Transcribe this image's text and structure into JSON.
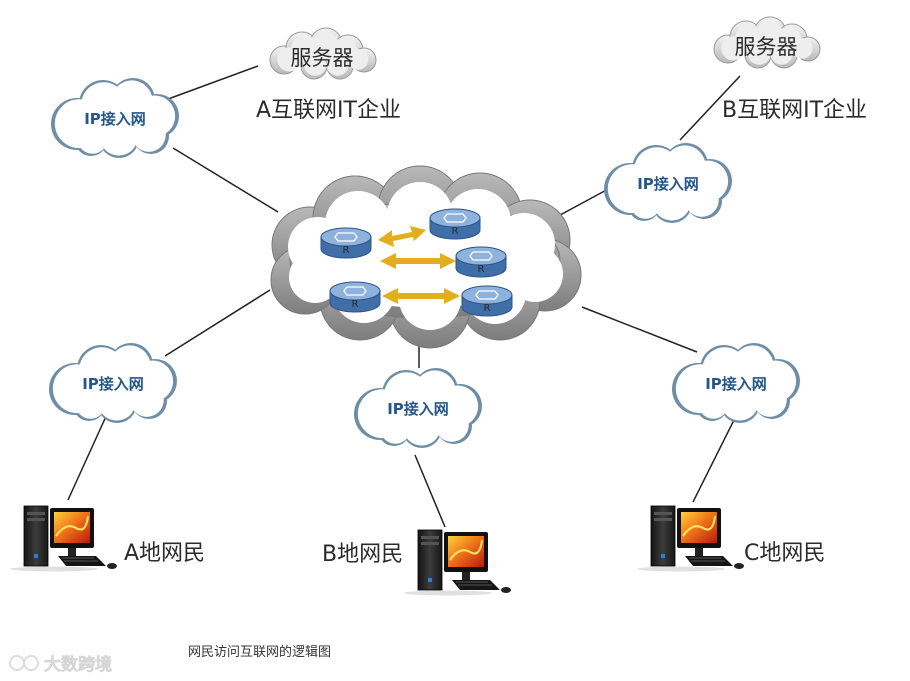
{
  "diagram": {
    "server_cloud_label": "服务器",
    "ip_access_label": "IP接入网",
    "router_label": "R",
    "companies": {
      "a": "A互联网IT企业",
      "b": "B互联网IT企业"
    },
    "users": {
      "a": "A地网民",
      "b": "B地网民",
      "c": "C地网民"
    },
    "caption": "网民访问互联网的逻辑图",
    "watermark": "大数跨境"
  },
  "colors": {
    "cloud_outline": "#6f8ea6",
    "cloud_fill": "#ffffff",
    "core_cloud_outer": "#8f8f8f",
    "router_body": "#4a7cb5",
    "router_top": "#8fb3dc",
    "link_arrow": "#e3ae1b",
    "ip_text": "#27578a"
  }
}
